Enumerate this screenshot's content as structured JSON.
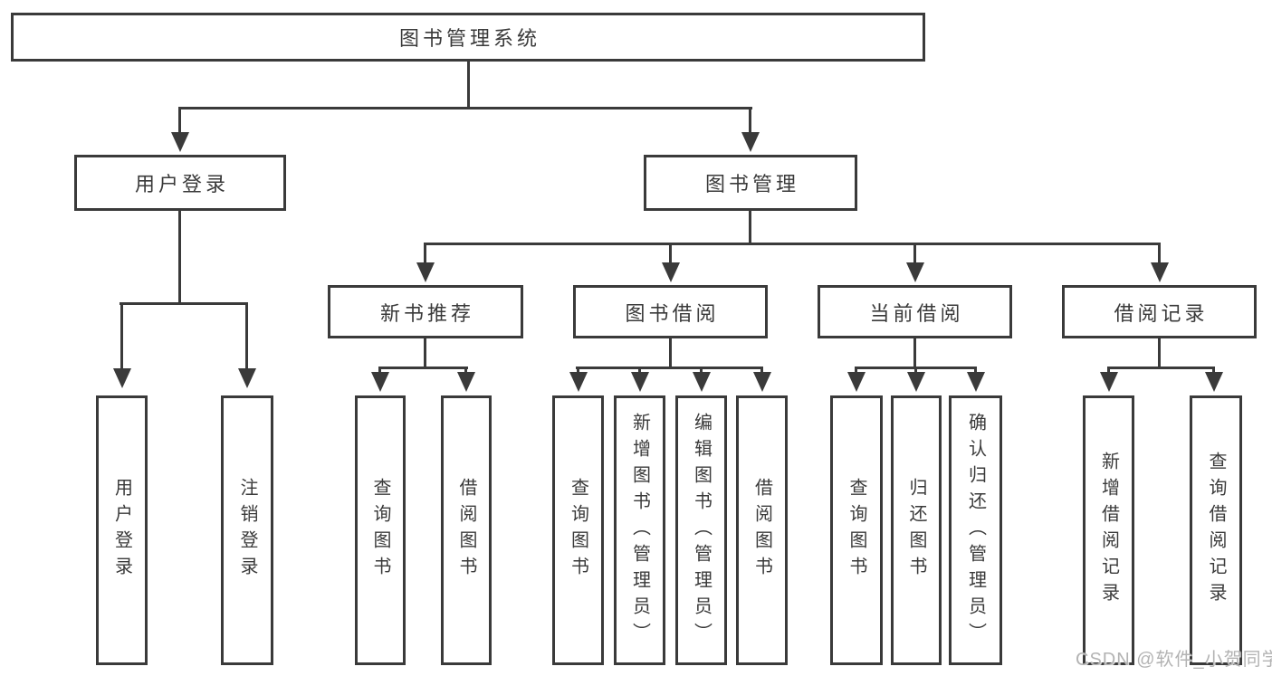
{
  "colors": {
    "line": "#3a3a3a",
    "text": "#3a3a3a",
    "background": "#ffffff",
    "watermark": "#b3b3b3"
  },
  "watermark": {
    "text": "CSDN @软件_小贺同学"
  },
  "tree": {
    "label": "图书管理系统",
    "children": [
      {
        "label": "用户登录",
        "children": [
          {
            "label": "用户登录"
          },
          {
            "label": "注销登录"
          }
        ]
      },
      {
        "label": "图书管理",
        "children": [
          {
            "label": "新书推荐",
            "children": [
              {
                "label": "查询图书"
              },
              {
                "label": "借阅图书"
              }
            ]
          },
          {
            "label": "图书借阅",
            "children": [
              {
                "label": "查询图书"
              },
              {
                "label": "新增图书（管理员）"
              },
              {
                "label": "编辑图书（管理员）"
              },
              {
                "label": "借阅图书"
              }
            ]
          },
          {
            "label": "当前借阅",
            "children": [
              {
                "label": "查询图书"
              },
              {
                "label": "归还图书"
              },
              {
                "label": "确认归还（管理员）"
              }
            ]
          },
          {
            "label": "借阅记录",
            "children": [
              {
                "label": "新增借阅记录"
              },
              {
                "label": "查询借阅记录"
              }
            ]
          }
        ]
      }
    ]
  }
}
